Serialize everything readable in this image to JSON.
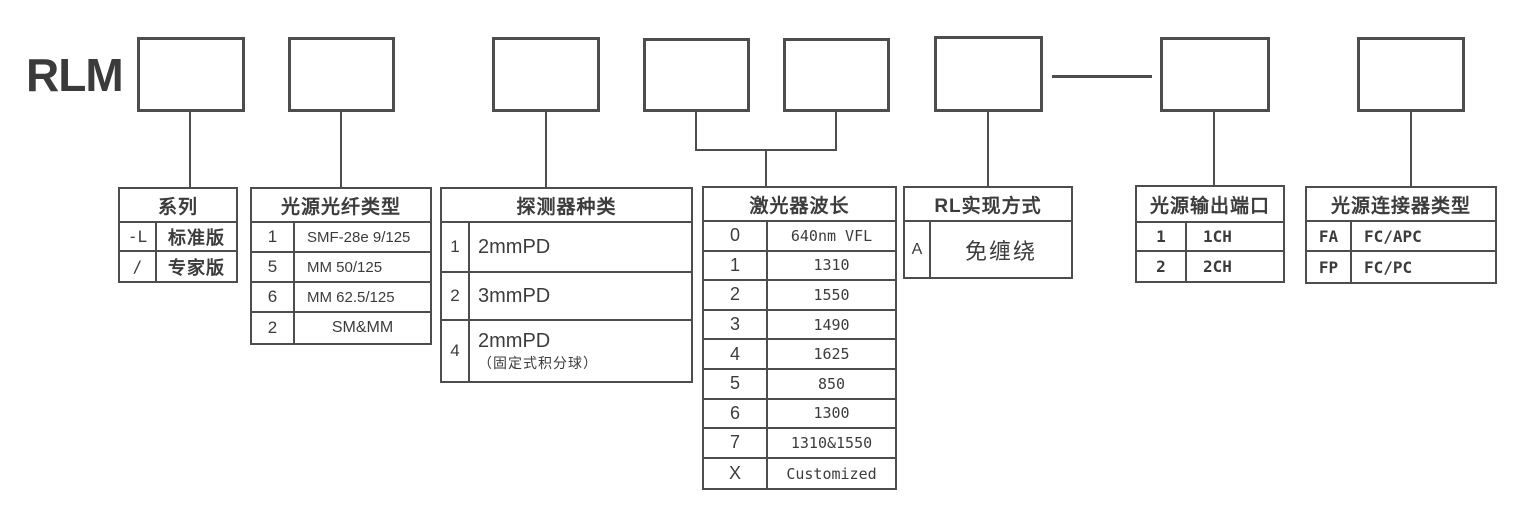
{
  "model_prefix": "RLM",
  "colors": {
    "line": "#4d4d4d",
    "text": "#3c3c3c",
    "background": "#ffffff"
  },
  "tables": [
    {
      "title": "系列",
      "rows": [
        {
          "code": "-L",
          "value": "标准版"
        },
        {
          "code": "/",
          "value": "专家版"
        }
      ]
    },
    {
      "title": "光源光纤类型",
      "rows": [
        {
          "code": "1",
          "value": "SMF-28e 9/125"
        },
        {
          "code": "5",
          "value": "MM 50/125"
        },
        {
          "code": "6",
          "value": "MM 62.5/125"
        },
        {
          "code": "2",
          "value": "SM&MM"
        }
      ]
    },
    {
      "title": "探测器种类",
      "rows": [
        {
          "code": "1",
          "value": "2mmPD"
        },
        {
          "code": "2",
          "value": "3mmPD"
        },
        {
          "code": "4",
          "value": "2mmPD",
          "note": "（固定式积分球）"
        }
      ]
    },
    {
      "title": "激光器波长",
      "rows": [
        {
          "code": "0",
          "value": "640nm VFL"
        },
        {
          "code": "1",
          "value": "1310"
        },
        {
          "code": "2",
          "value": "1550"
        },
        {
          "code": "3",
          "value": "1490"
        },
        {
          "code": "4",
          "value": "1625"
        },
        {
          "code": "5",
          "value": "850"
        },
        {
          "code": "6",
          "value": "1300"
        },
        {
          "code": "7",
          "value": "1310&1550"
        },
        {
          "code": "X",
          "value": "Customized"
        }
      ]
    },
    {
      "title": "RL实现方式",
      "rows": [
        {
          "code": "A",
          "value": "免缠绕"
        }
      ]
    },
    {
      "title": "光源输出端口",
      "rows": [
        {
          "code": "1",
          "value": "1CH"
        },
        {
          "code": "2",
          "value": "2CH"
        }
      ]
    },
    {
      "title": "光源连接器类型",
      "rows": [
        {
          "code": "FA",
          "value": "FC/APC"
        },
        {
          "code": "FP",
          "value": "FC/PC"
        }
      ]
    }
  ]
}
